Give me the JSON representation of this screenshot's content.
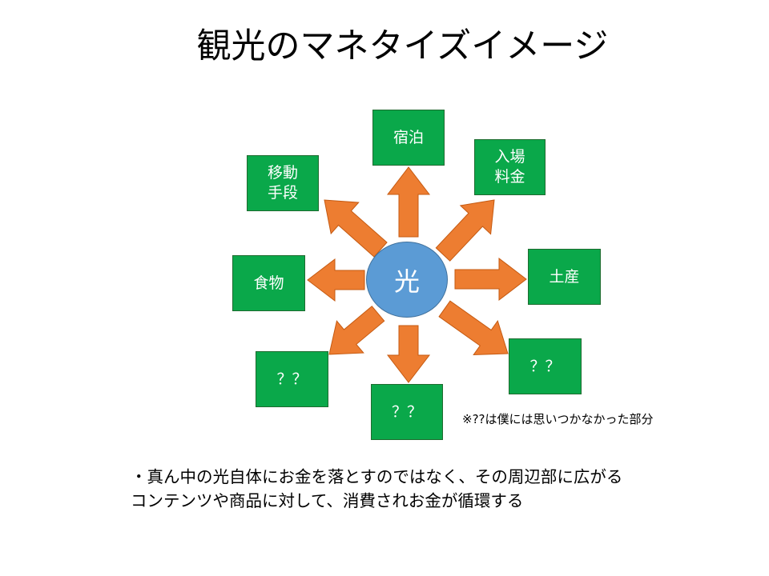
{
  "title": "観光のマネタイズイメージ",
  "colors": {
    "box_fill": "#0aa84a",
    "circle_fill": "#5b9bd5",
    "arrow_fill": "#ed7d31",
    "arrow_stroke": "#c55a11"
  },
  "center": {
    "label": "光"
  },
  "nodes": [
    {
      "label": "宿泊"
    },
    {
      "label": "入場\n料金"
    },
    {
      "label": "移動\n手段"
    },
    {
      "label": "食物"
    },
    {
      "label": "土産"
    },
    {
      "label": "？？"
    },
    {
      "label": "？？"
    },
    {
      "label": "？？"
    }
  ],
  "footnote": "※??は僕には思いつかなかった部分",
  "body_lines": [
    "・真ん中の光自体にお金を落とすのではなく、その周辺部に広がる",
    "コンテンツや商品に対して、消費されお金が循環する"
  ]
}
